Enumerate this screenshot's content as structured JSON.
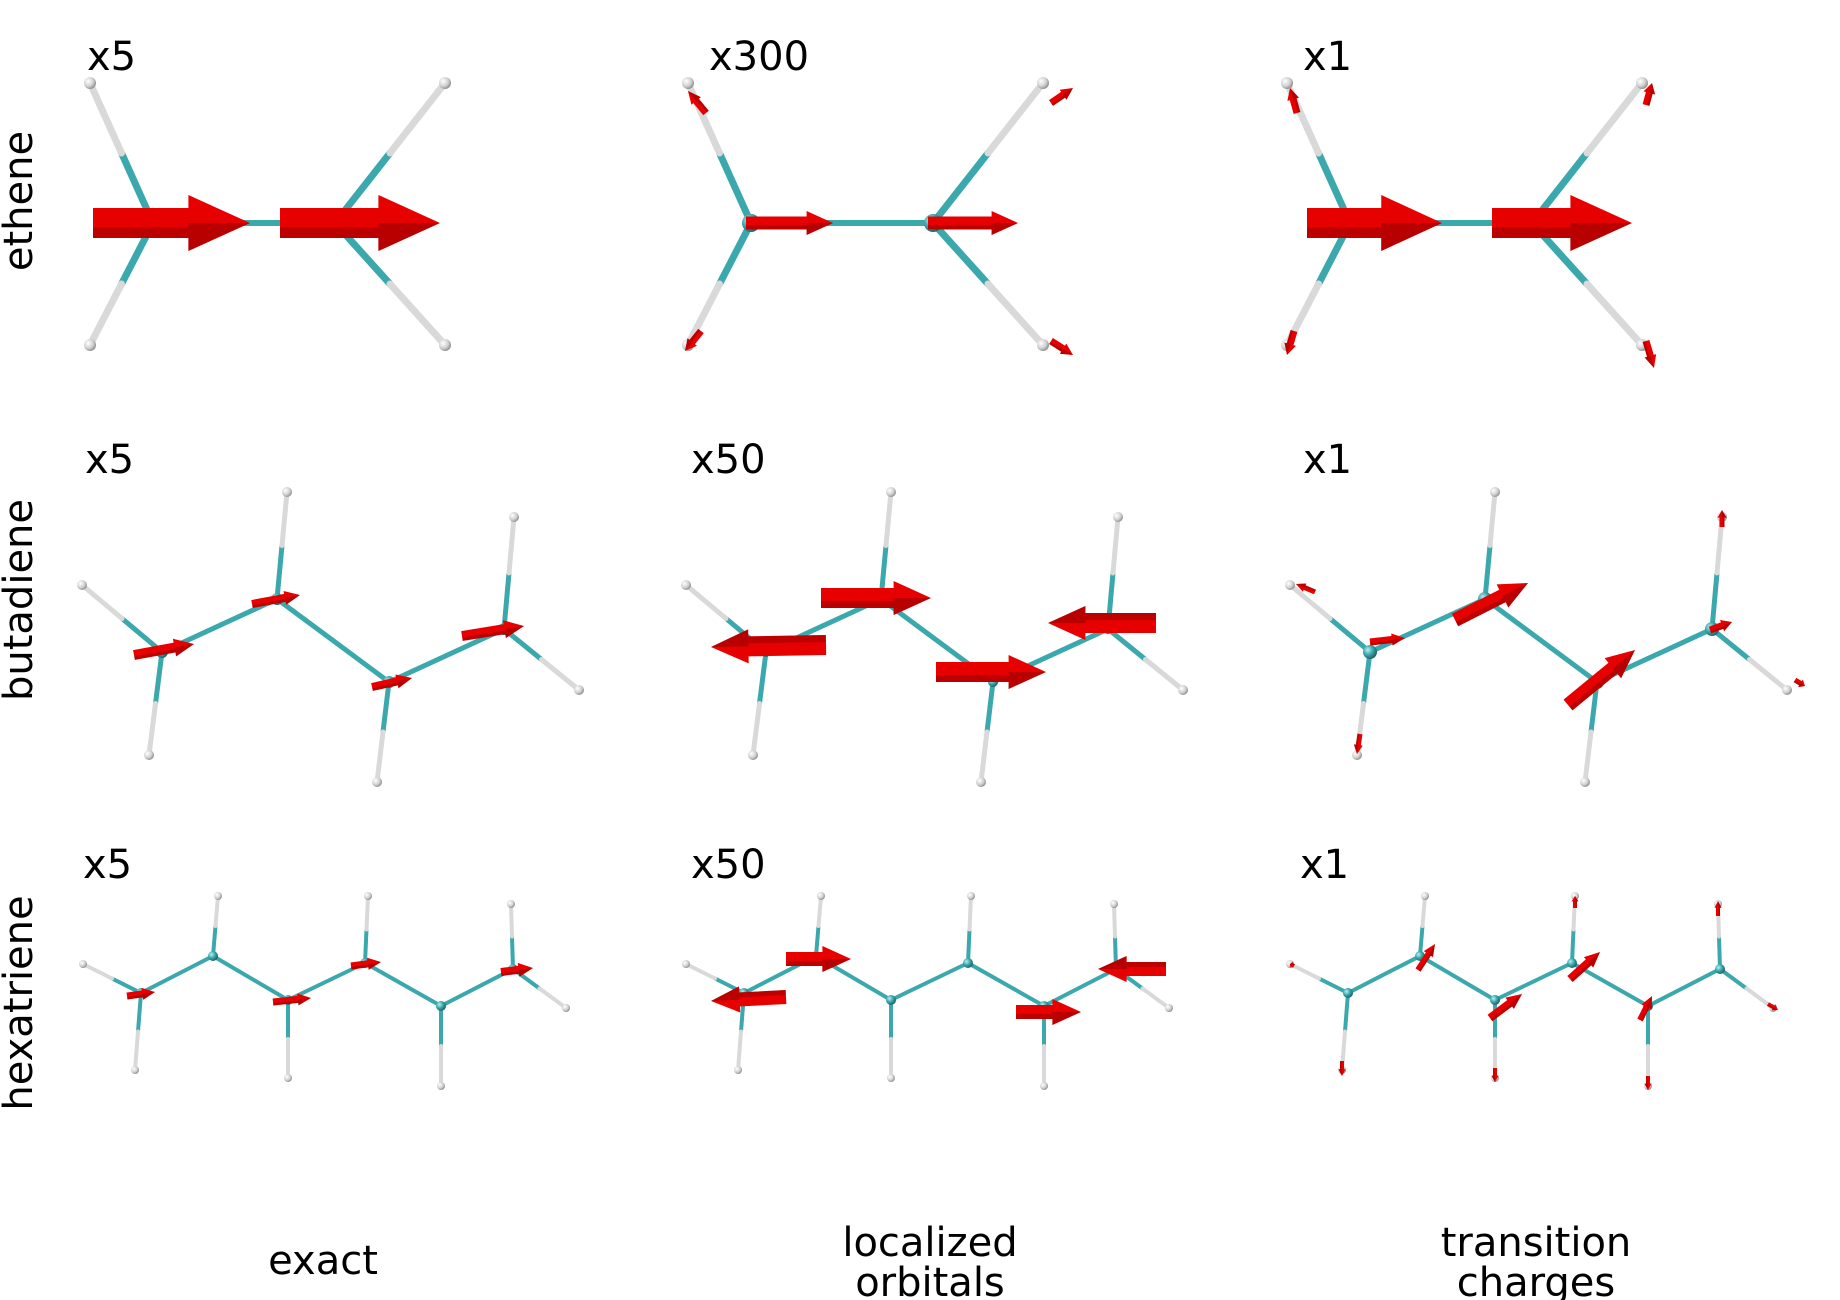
{
  "rows": [
    {
      "label": "ethene"
    },
    {
      "label": "butadiene"
    },
    {
      "label": "hexatriene"
    }
  ],
  "columns": [
    {
      "lines": [
        "exact"
      ]
    },
    {
      "lines": [
        "localized",
        "orbitals"
      ]
    },
    {
      "lines": [
        "transition",
        "charges"
      ]
    }
  ],
  "panels": [
    {
      "scale": "x5"
    },
    {
      "scale": "x300"
    },
    {
      "scale": "x1"
    },
    {
      "scale": "x5"
    },
    {
      "scale": "x50"
    },
    {
      "scale": "x1"
    },
    {
      "scale": "x5"
    },
    {
      "scale": "x50"
    },
    {
      "scale": "x1"
    }
  ],
  "colors": {
    "carbon": "#3aa8ac",
    "hydrogen": "#d9d9d9",
    "arrow": "#e60000",
    "arrow_dark": "#8a0000"
  }
}
